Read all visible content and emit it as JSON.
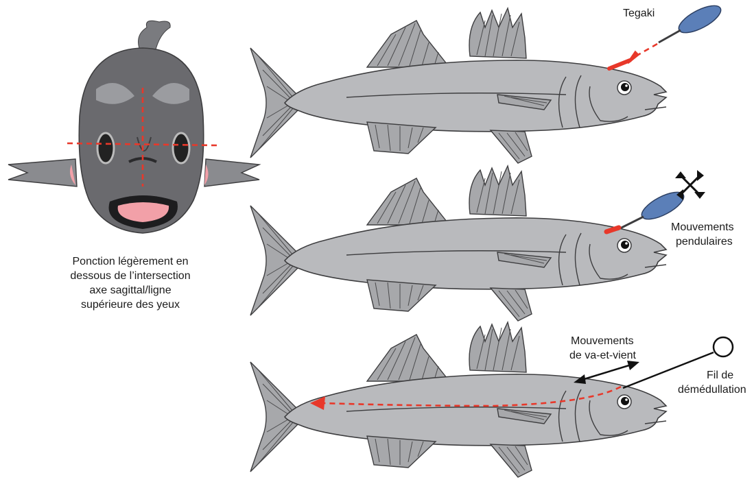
{
  "caption_lines": [
    "Ponction légèrement en",
    "dessous de l’intersection",
    "axe sagittal/ligne",
    "supérieure des yeux"
  ],
  "labels": {
    "tegaki": "Tegaki",
    "pendular_line1": "Mouvements",
    "pendular_line2": "pendulaires",
    "back_forth_line1": "Mouvements",
    "back_forth_line2": "de va-et-vient",
    "wire_line1": "Fil de",
    "wire_line2": "démédullation"
  },
  "colors": {
    "fish_body": "#b9babd",
    "fish_head_dark": "#6a6a6e",
    "marker_red": "#e8382a",
    "tegaki_blue": "#5b7fb8",
    "outline": "#3d3d3f"
  },
  "icons": {
    "front_head": "fish-head-front-icon",
    "fish": "sea-bass-side-icon",
    "tegaki": "tegaki-tool-icon",
    "pendular": "four-way-arrows-icon",
    "wire": "wire-loop-icon"
  }
}
